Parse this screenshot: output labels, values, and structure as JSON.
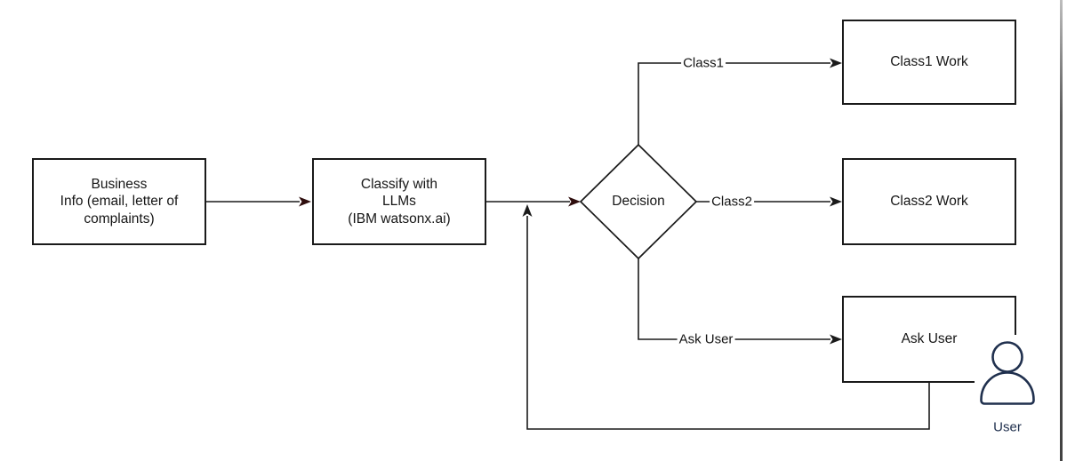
{
  "diagram": {
    "type": "flowchart",
    "nodes": {
      "business_info": {
        "lines": [
          "Business",
          "Info (email, letter of",
          "complaints)"
        ]
      },
      "classify_llm": {
        "lines": [
          "Classify with",
          "LLMs",
          "(IBM watsonx.ai)"
        ]
      },
      "decision": {
        "label": "Decision"
      },
      "class1_work": {
        "label": "Class1 Work"
      },
      "class2_work": {
        "label": "Class2 Work"
      },
      "ask_user": {
        "label": "Ask User"
      }
    },
    "edge_labels": {
      "class1": "Class1",
      "class2": "Class2",
      "ask_user": "Ask User"
    },
    "actor": {
      "label": "User"
    },
    "colors": {
      "maroon_line": "#4a1b1b",
      "maroon_head": "#2e0d0d",
      "black_line": "#1a1a1a",
      "navy": "#20304e",
      "frame_gray": "#6e6e6e"
    }
  }
}
